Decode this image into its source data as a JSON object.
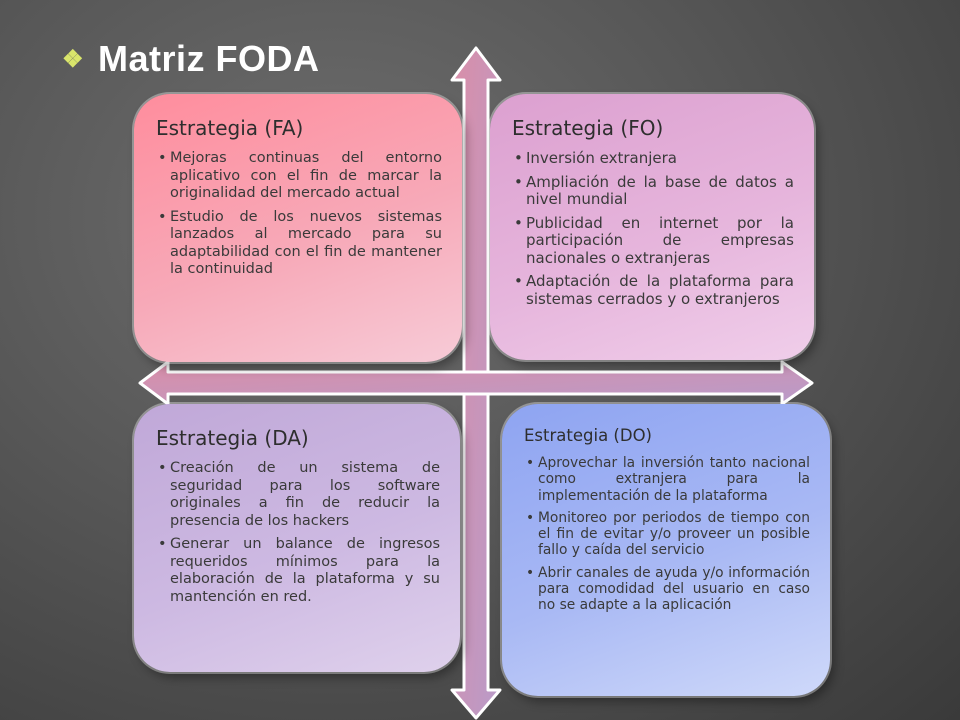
{
  "title": "Matriz FODA",
  "colors": {
    "title_bullet": "#d9e56b",
    "fa": "#ff8d9d",
    "fo": "#dca0d0",
    "da": "#c0a8d8",
    "do": "#8ea4f2"
  },
  "quadrants": {
    "fa": {
      "heading": "Estrategia (FA)",
      "items": [
        "Mejoras continuas del entorno aplicativo con el fin de marcar la originalidad del mercado actual",
        "Estudio de los nuevos sistemas lanzados al mercado para su adaptabilidad con el fin de mantener la continuidad"
      ]
    },
    "fo": {
      "heading": "Estrategia (FO)",
      "items": [
        "Inversión extranjera",
        "Ampliación de la base de datos a nivel mundial",
        "Publicidad en internet por la participación de empresas nacionales o extranjeras",
        "Adaptación de la plataforma para sistemas cerrados y o extranjeros"
      ]
    },
    "da": {
      "heading": "Estrategia (DA)",
      "items": [
        "Creación de un sistema de seguridad para los software originales a fin de reducir la presencia de los hackers",
        "Generar un balance de ingresos requeridos mínimos para la elaboración de la plataforma y su mantención en red."
      ]
    },
    "do": {
      "heading": "Estrategia (DO)",
      "items": [
        "Aprovechar la inversión tanto nacional como extranjera para la implementación de la plataforma",
        "Monitoreo por periodos de tiempo con el fin de evitar y/o proveer un posible fallo y caída del servicio",
        "Abrir canales de ayuda y/o información para comodidad del usuario en caso no se adapte a la aplicación"
      ]
    }
  }
}
